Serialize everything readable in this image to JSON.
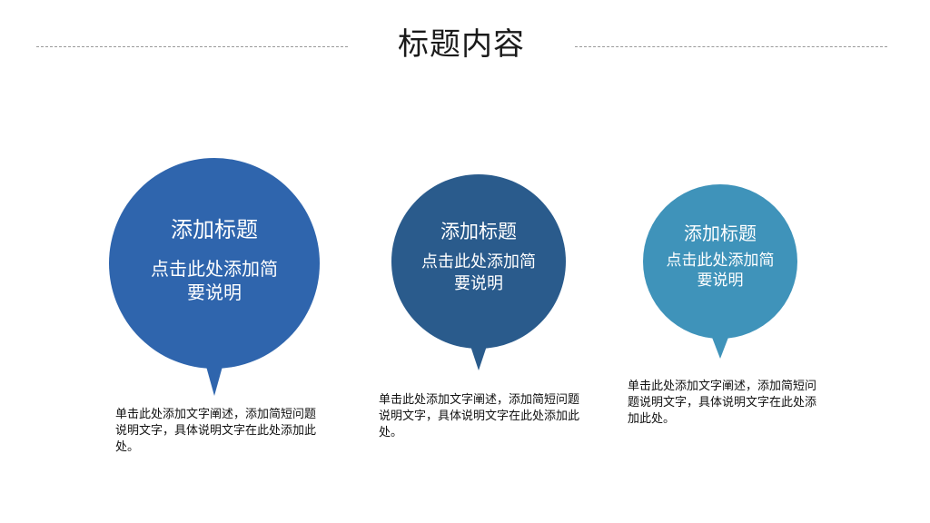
{
  "header": {
    "title": "标题内容"
  },
  "colors": {
    "bubble_1": "#2f65ad",
    "bubble_2": "#2a5b8c",
    "bubble_3": "#3f93ba"
  },
  "cards": [
    {
      "title": "添加标题",
      "subtitle": "点击此处添加简要说明",
      "description": "单击此处添加文字阐述，添加简短问题说明文字，具体说明文字在此处添加此处。"
    },
    {
      "title": "添加标题",
      "subtitle": "点击此处添加简要说明",
      "description": "单击此处添加文字阐述，添加简短问题说明文字，具体说明文字在此处添加此处。"
    },
    {
      "title": "添加标题",
      "subtitle": "点击此处添加简要说明",
      "description": "单击此处添加文字阐述，添加简短问题说明文字，具体说明文字在此处添加此处。"
    }
  ]
}
